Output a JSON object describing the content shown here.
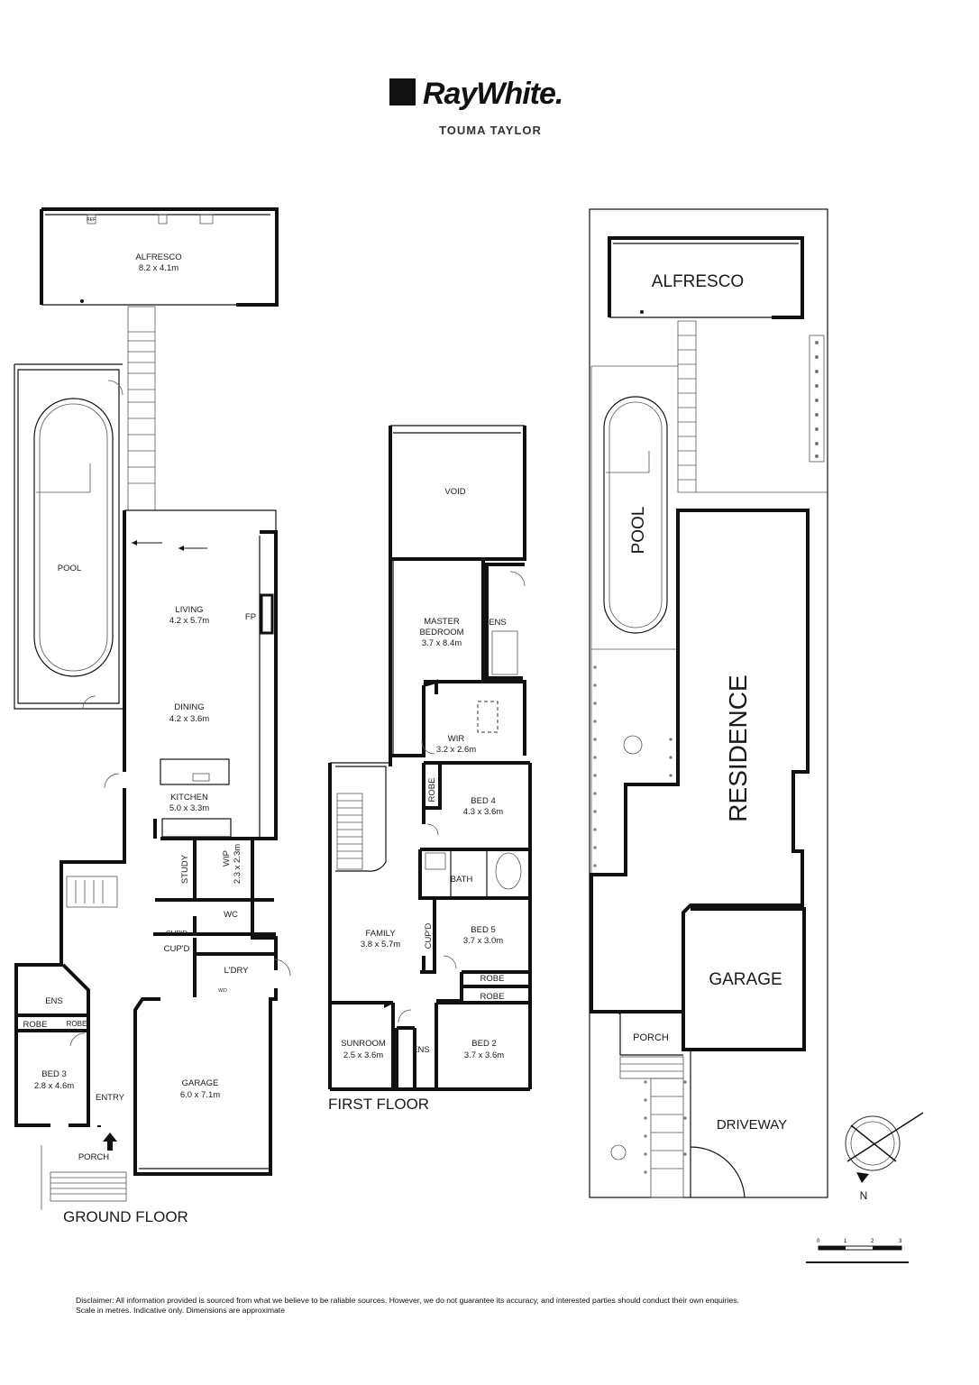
{
  "brand": {
    "name": "RayWhite.",
    "office": "TOUMA TAYLOR"
  },
  "ground_floor": {
    "title": "GROUND FLOOR",
    "rooms": [
      {
        "name": "ALFRESCO",
        "dims": "8.2 x 4.1m"
      },
      {
        "name": "POOL",
        "dims": ""
      },
      {
        "name": "LIVING",
        "dims": "4.2 x 5.7m"
      },
      {
        "name": "FP",
        "dims": ""
      },
      {
        "name": "DINING",
        "dims": "4.2 x 3.6m"
      },
      {
        "name": "KITCHEN",
        "dims": "5.0 x 3.3m"
      },
      {
        "name": "STUDY",
        "dims": ""
      },
      {
        "name": "WIP",
        "dims": "2.3 x 2.3m"
      },
      {
        "name": "WC",
        "dims": ""
      },
      {
        "name": "CUP'D",
        "dims": ""
      },
      {
        "name": "CUP'D",
        "dims": ""
      },
      {
        "name": "L'DRY",
        "dims": ""
      },
      {
        "name": "ENS",
        "dims": ""
      },
      {
        "name": "ROBE",
        "dims": ""
      },
      {
        "name": "ROBE",
        "dims": ""
      },
      {
        "name": "BED 3",
        "dims": "2.8 x 4.6m"
      },
      {
        "name": "ENTRY",
        "dims": ""
      },
      {
        "name": "PORCH",
        "dims": ""
      },
      {
        "name": "GARAGE",
        "dims": "6.0 x 7.1m"
      }
    ]
  },
  "first_floor": {
    "title": "FIRST FLOOR",
    "rooms": [
      {
        "name": "VOID",
        "dims": ""
      },
      {
        "name": "MASTER",
        "dims": ""
      },
      {
        "name": "BEDROOM",
        "dims": "3.7 x 8.4m"
      },
      {
        "name": "ENS",
        "dims": ""
      },
      {
        "name": "WIR",
        "dims": "3.2 x 2.6m"
      },
      {
        "name": "ROBE",
        "dims": ""
      },
      {
        "name": "BED 4",
        "dims": "4.3 x 3.6m"
      },
      {
        "name": "BATH",
        "dims": ""
      },
      {
        "name": "FAMILY",
        "dims": "3.8 x 5.7m"
      },
      {
        "name": "CUP'D",
        "dims": ""
      },
      {
        "name": "BED 5",
        "dims": "3.7 x 3.0m"
      },
      {
        "name": "ROBE",
        "dims": ""
      },
      {
        "name": "ROBE",
        "dims": ""
      },
      {
        "name": "SUNROOM",
        "dims": "2.5 x 3.6m"
      },
      {
        "name": "ENS",
        "dims": ""
      },
      {
        "name": "BED 2",
        "dims": "3.7 x 3.6m"
      }
    ]
  },
  "site_plan": {
    "labels": [
      "ALFRESCO",
      "POOL",
      "RESIDENCE",
      "GARAGE",
      "PORCH",
      "DRIVEWAY"
    ],
    "north": "N"
  },
  "scale_bar": [
    "0",
    "1",
    "2",
    "3"
  ],
  "fixture_labels": {
    "fridge": "REF",
    "washer": "W/D"
  },
  "disclaimer": [
    "Disclaimer: All information provided is sourced from what we believe to be raliable sources. However, we do not guarantee its accuracy, and interested parties should conduct their own enquiries.",
    "Scale in metres. Indicative only. Dimensions are approximate"
  ]
}
